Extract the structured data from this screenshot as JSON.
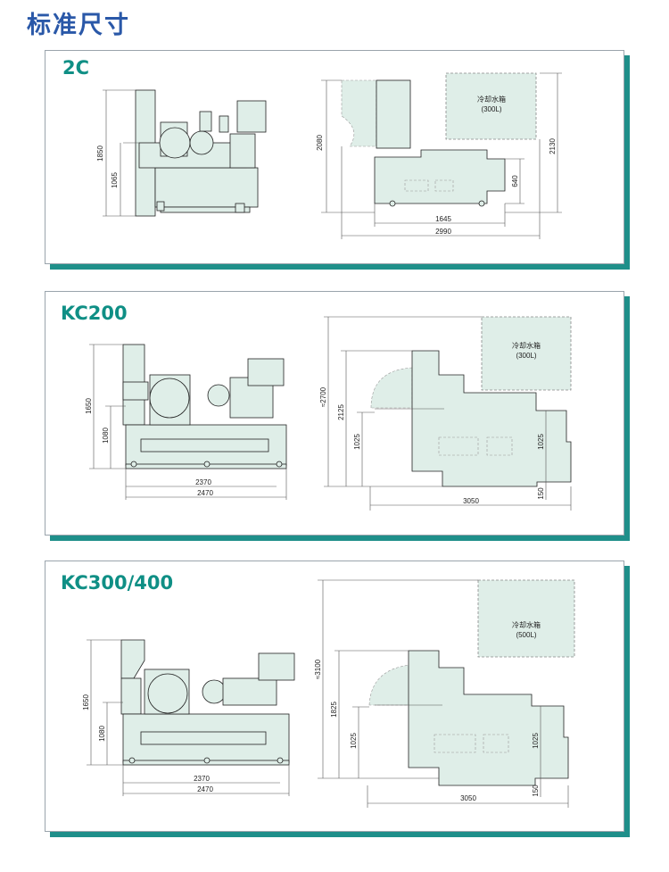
{
  "page": {
    "title": "标准尺寸"
  },
  "colors": {
    "title": "#2a58a8",
    "label": "#0f8f85",
    "shadow": "#1f8f8a",
    "machine_fill": "#dfeee8"
  },
  "panels": [
    {
      "label": "2C",
      "side_dims": [
        "1850",
        "1065"
      ],
      "plan_dims": {
        "height_total": "2080",
        "depth": "640",
        "width_mid": "1645",
        "width_total": "2990",
        "height_right": "2130"
      },
      "tank": {
        "name": "冷却水箱",
        "capacity": "(300L)"
      }
    },
    {
      "label": "KC200",
      "side_dims": [
        "1650",
        "1080",
        "2370",
        "2470"
      ],
      "plan_dims": {
        "approx_total": "≈2700",
        "h2": "2125",
        "h3": "1025",
        "right_h": "1025",
        "width": "3050",
        "offset": "150"
      },
      "tank": {
        "name": "冷却水箱",
        "capacity": "(300L)"
      }
    },
    {
      "label": "KC300/400",
      "side_dims": [
        "1650",
        "1080",
        "2370",
        "2470"
      ],
      "plan_dims": {
        "approx_total": "≈3100",
        "h2": "1825",
        "h3": "1025",
        "right_h": "1025",
        "width": "3050",
        "offset": "150"
      },
      "tank": {
        "name": "冷却水箱",
        "capacity": "(500L)"
      }
    }
  ]
}
